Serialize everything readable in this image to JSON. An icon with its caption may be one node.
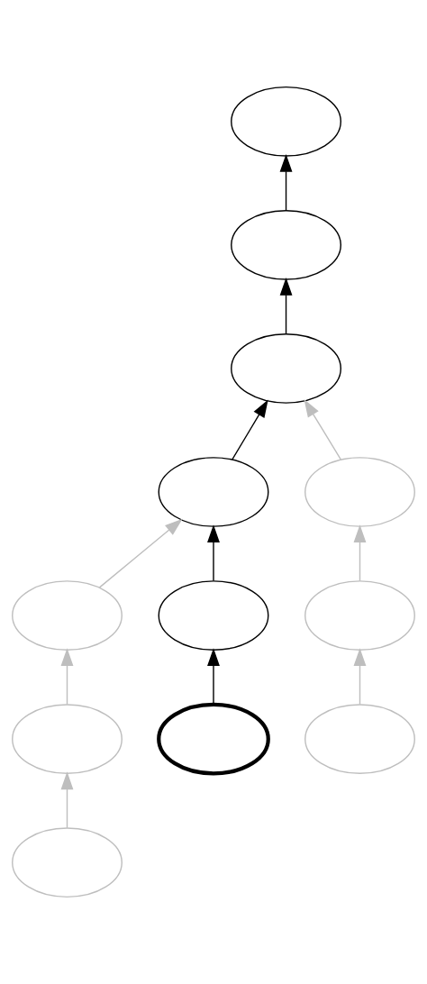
{
  "diagram": {
    "nodes": [
      {
        "text": [],
        "shape": "ellipse"
      },
      {
        "text": [],
        "shape": "ellipse"
      },
      {
        "text": [],
        "shape": "ellipse"
      },
      {
        "text": [],
        "shape": "ellipse"
      },
      {
        "text": [],
        "shape": "ellipse"
      },
      {
        "text": [],
        "shape": "ellipse"
      },
      {
        "text": [],
        "shape": "ellipse"
      },
      {
        "text": [],
        "shape": "ellipse"
      },
      {
        "text": [],
        "shape": "ellipse"
      },
      {
        "text": [],
        "shape": "ellipse"
      },
      {
        "text": [],
        "shape": "ellipse"
      },
      {
        "text": [],
        "shape": "ellipse"
      }
    ],
    "edges": [
      {
        "from": 1,
        "to": 0,
        "arrow": "to",
        "color": "#000000"
      },
      {
        "from": 2,
        "to": 1,
        "arrow": "to",
        "color": "#000000"
      },
      {
        "from": 3,
        "to": 2,
        "arrow": "to",
        "color": "#000000"
      },
      {
        "from": 4,
        "to": 2,
        "arrow": "to"
      },
      {
        "from": 5,
        "to": 3,
        "arrow": "to"
      },
      {
        "from": 6,
        "to": 3,
        "arrow": "to",
        "color": "#000000"
      },
      {
        "from": 7,
        "to": 4,
        "arrow": "to"
      },
      {
        "from": 8,
        "to": 5,
        "arrow": "to"
      },
      {
        "from": 9,
        "to": 6,
        "arrow": "to",
        "color": "#000000"
      },
      {
        "from": 10,
        "to": 7,
        "arrow": "to"
      },
      {
        "from": 11,
        "to": 8,
        "arrow": "to"
      }
    ]
  }
}
